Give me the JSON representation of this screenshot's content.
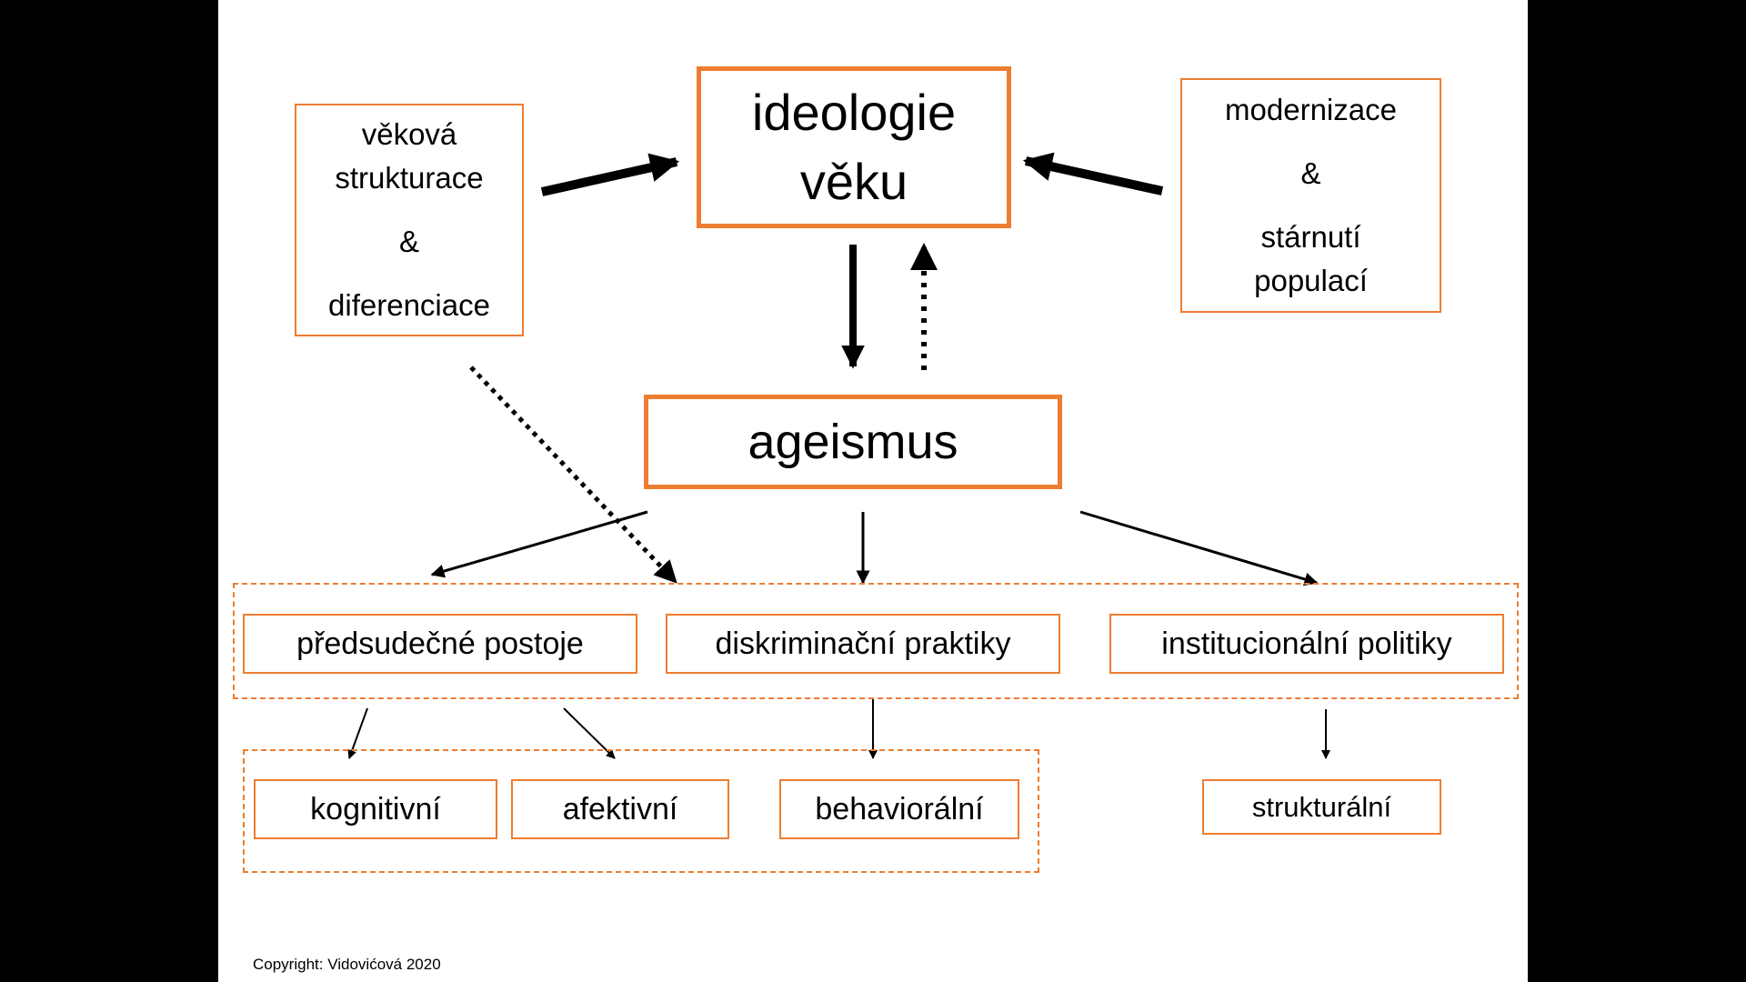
{
  "colors": {
    "accent": "#ED7D31",
    "arrow": "#000000",
    "background": "#ffffff"
  },
  "nodes": {
    "ideology": {
      "lines": [
        "ideologie",
        "věku"
      ]
    },
    "age_structuring": {
      "lines": [
        "věková",
        "strukturace",
        "&",
        "diferenciace"
      ]
    },
    "modernization": {
      "lines": [
        "modernizace",
        "&",
        "stárnutí",
        "populací"
      ]
    },
    "ageism": {
      "label": "ageismus"
    },
    "prejudice": {
      "label": "předsudečné postoje"
    },
    "discrimination": {
      "label": "diskriminační praktiky"
    },
    "institutional": {
      "label": "institucionální politiky"
    },
    "cognitive": {
      "label": "kognitivní"
    },
    "affective": {
      "label": "afektivní"
    },
    "behavioral": {
      "label": "behaviorální"
    },
    "structural": {
      "label": "strukturální"
    }
  },
  "copyright": "Copyright: Vidovićová 2020"
}
